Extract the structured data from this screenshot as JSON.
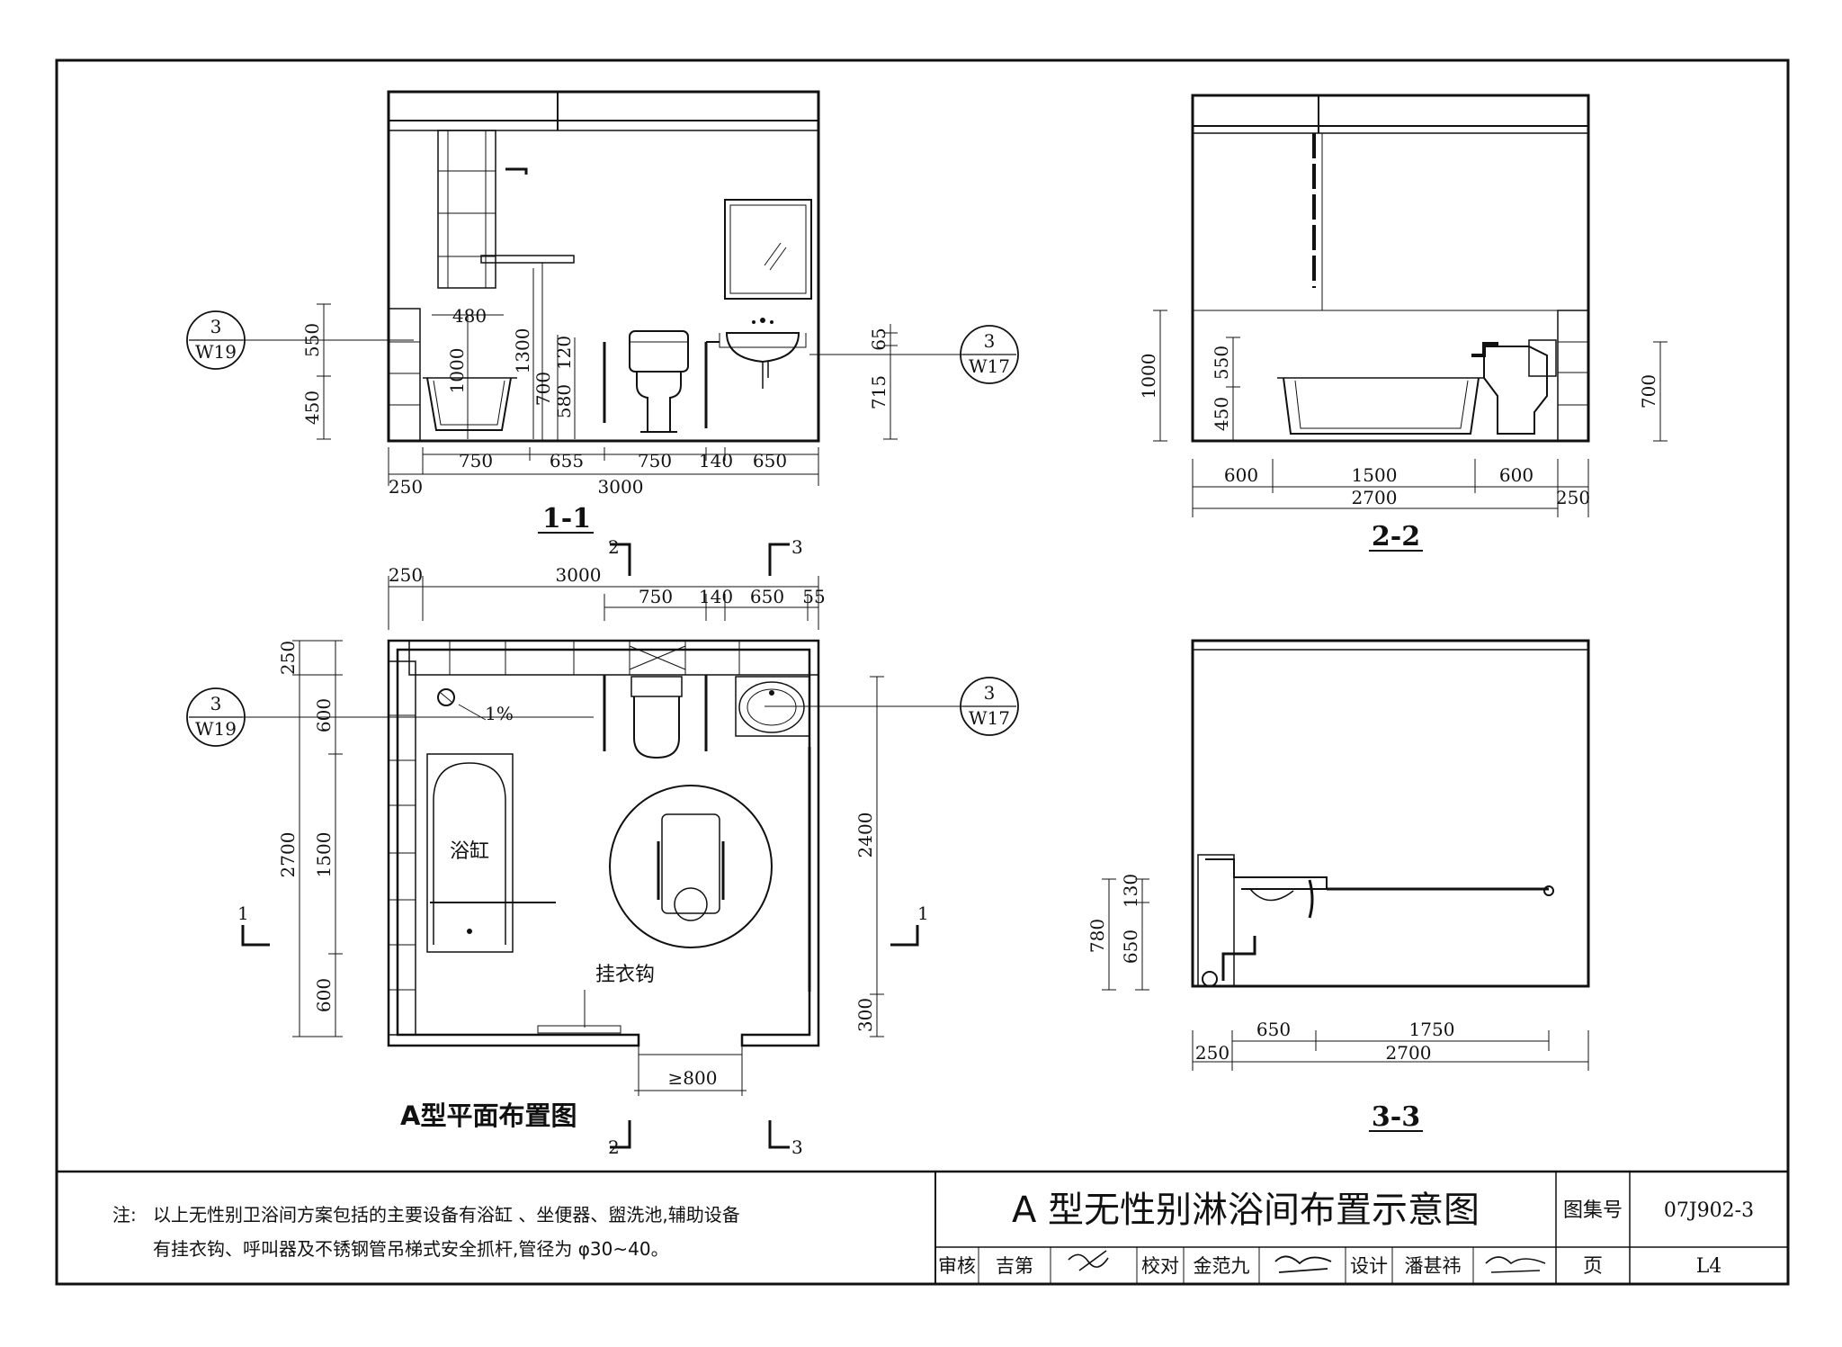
{
  "sections": {
    "s11": "1-1",
    "s22": "2-2",
    "s33": "3-3",
    "plan_title": "A型平面布置图"
  },
  "labels": {
    "bathtub": "浴缸",
    "coat_hook": "挂衣钩",
    "slope": "1%",
    "door_clear": "≥800"
  },
  "callouts": [
    {
      "num": "3",
      "sheet": "W19"
    },
    {
      "num": "3",
      "sheet": "W17"
    },
    {
      "num": "3",
      "sheet": "W19"
    },
    {
      "num": "3",
      "sheet": "W17"
    }
  ],
  "cut_marks": [
    "2",
    "3",
    "1",
    "1",
    "2",
    "3"
  ],
  "dims": {
    "s11_bottom": [
      "250",
      "750",
      "655",
      "750",
      "140",
      "650",
      "3000"
    ],
    "s11_left": [
      "550",
      "450"
    ],
    "s11_inner": [
      "480",
      "1000",
      "1300",
      "700",
      "120",
      "580"
    ],
    "s11_right": [
      "65",
      "715"
    ],
    "s22_bottom": [
      "600",
      "1500",
      "600",
      "2700",
      "250"
    ],
    "s22_left": [
      "1000",
      "550",
      "450"
    ],
    "s22_right": [
      "700"
    ],
    "s33_bottom": [
      "650",
      "1750",
      "250",
      "2700"
    ],
    "s33_left": [
      "780",
      "130",
      "650"
    ],
    "plan_top": [
      "250",
      "3000",
      "750",
      "140",
      "650",
      "55"
    ],
    "plan_left": [
      "250",
      "600",
      "2700",
      "1500",
      "600"
    ],
    "plan_right": [
      "2400",
      "300"
    ]
  },
  "note": {
    "prefix": "注:",
    "line1": "以上无性别卫浴间方案包括的主要设备有浴缸 、坐便器、盥洗池,辅助设备",
    "line2": "有挂衣钩、呼叫器及不锈钢管吊梯式安全抓杆,管径为 φ30~40。"
  },
  "title_block": {
    "title": "A 型无性别淋浴间布置示意图",
    "atlas_label": "图集号",
    "atlas_no": "07J902-3",
    "page_label": "页",
    "page_no": "L4",
    "review_label": "审核",
    "review_name": "吉第",
    "check_label": "校对",
    "check_name": "金范九",
    "design_label": "设计",
    "design_name": "潘甚祎"
  }
}
